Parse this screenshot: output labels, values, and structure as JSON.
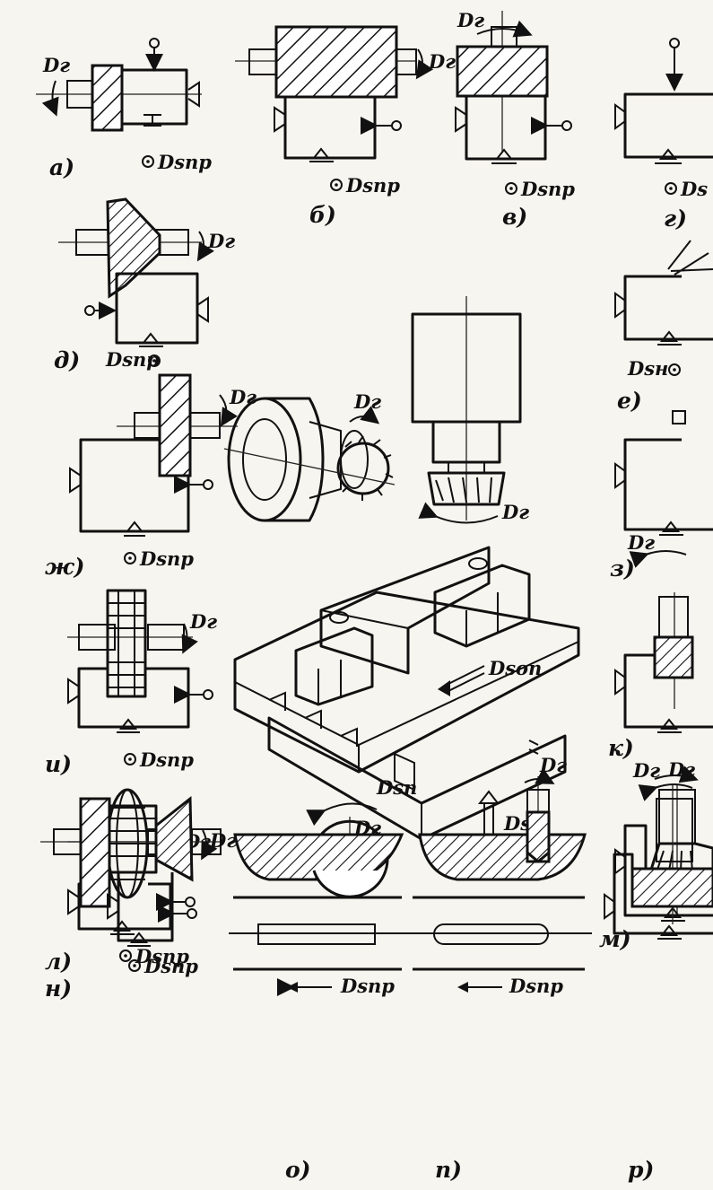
{
  "panels": {
    "a": "а)",
    "b": "б)",
    "v": "в)",
    "g": "г)",
    "d": "д)",
    "e": "е)",
    "zh": "ж)",
    "z": "з)",
    "i": "и)",
    "k": "к)",
    "l": "л)",
    "m": "м)",
    "n": "н)",
    "o": "о)",
    "p": "п)",
    "r": "р)"
  },
  "symbols": {
    "rotation": "Dг",
    "feed_longitudinal": "Dsпр",
    "feed_longitudinal_alt": "Dsоп",
    "feed_transverse": "Dsп",
    "feed_vertical": "Dsв",
    "feed_inclined": "Dsн",
    "feed_truncated": "Ds"
  },
  "colors": {
    "ink": "#111111",
    "paper": "#f7f5ef",
    "hatch_fill": "#ffffff"
  }
}
